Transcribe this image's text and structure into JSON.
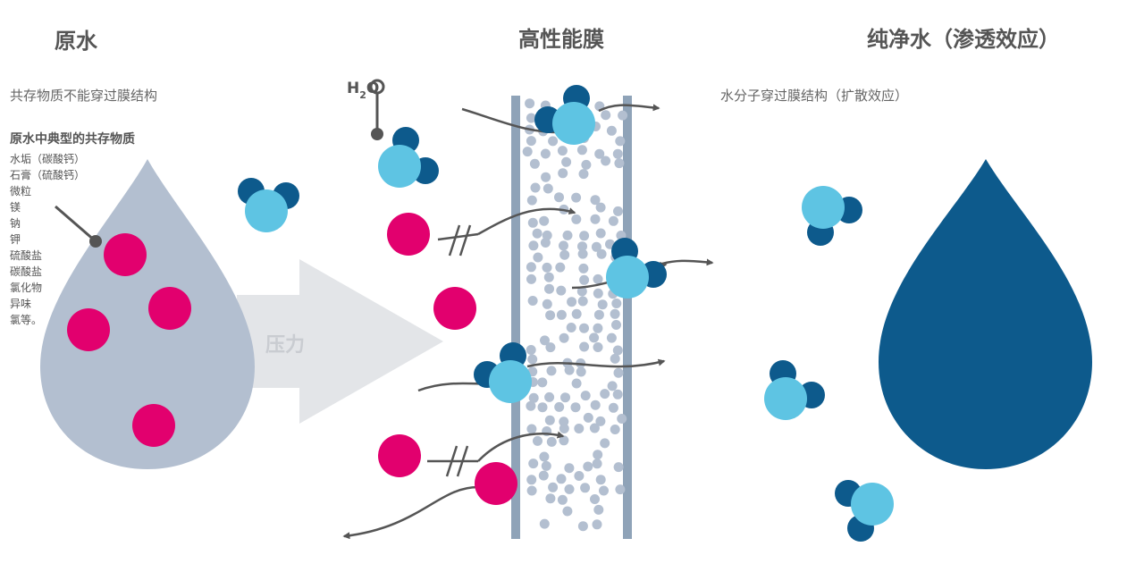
{
  "sections": {
    "raw_water": {
      "title": "原水",
      "subtitle": "共存物质不能穿过膜结构",
      "list_title": "原水中典型的共存物质",
      "items": [
        "水垢（碳酸钙）",
        "石膏（硫酸钙）",
        "微粒",
        "镁",
        "钠",
        "钾",
        "硫酸盐",
        "碳酸盐",
        "氯化物",
        "异味",
        "氯等。"
      ]
    },
    "membrane": {
      "title": "高性能膜"
    },
    "pure_water": {
      "title": "纯净水（渗透效应）",
      "subtitle": "水分子穿过膜结构（扩散效应）"
    }
  },
  "arrow_label": "压力",
  "h2o": {
    "main": "H",
    "sub": "2",
    "end": "O"
  },
  "colors": {
    "raw_drop": "#b3bfd0",
    "impurity": "#e2006e",
    "water_atom_dark": "#0d5a8c",
    "water_atom_light": "#5ec4e3",
    "pure_drop": "#0d5a8c",
    "membrane_bar": "#8fa3b8",
    "pore_dot": "#b3bfd0",
    "pressure_arrow": "#e3e5e8",
    "flow_arrow": "#555555"
  },
  "icons": [
    "water-molecule-icon",
    "impurity-icon",
    "water-drop-icon",
    "pressure-arrow-icon",
    "flow-arrow-icon",
    "blocked-icon"
  ]
}
